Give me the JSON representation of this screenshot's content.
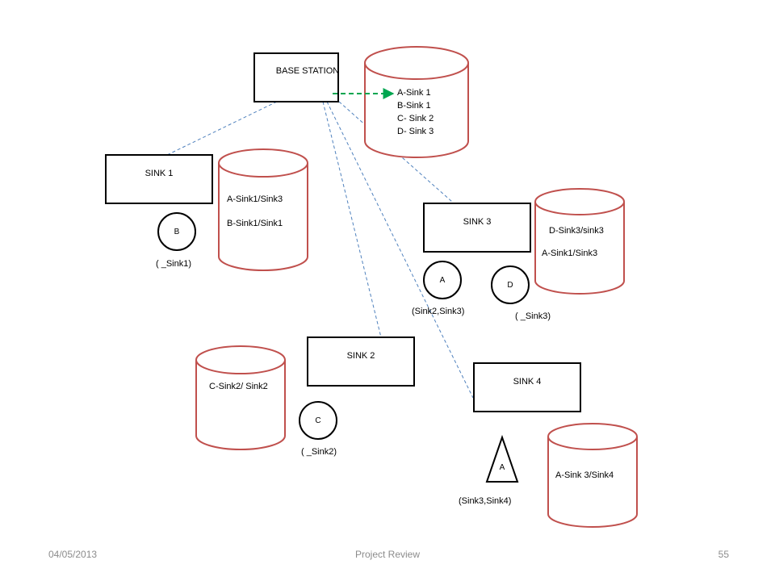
{
  "colors": {
    "box_stroke": "#000000",
    "db_stroke": "#c0504d",
    "link_stroke": "#4f81bd",
    "arrow": "#00a650",
    "footer_text": "#8c8c8c"
  },
  "diagram": {
    "base_station": {
      "label": "BASE STATION",
      "table": [
        "A-Sink 1",
        "B-Sink 1",
        "C- Sink 2",
        "D- Sink 3"
      ]
    },
    "sink1": {
      "label": "SINK 1",
      "table": [
        "A-Sink1/Sink3",
        "B-Sink1/Sink1"
      ],
      "node": {
        "label": "B",
        "caption": "( _Sink1)"
      }
    },
    "sink2": {
      "label": "SINK 2",
      "table": [
        "C-Sink2/ Sink2"
      ],
      "node": {
        "label": "C",
        "caption": "( _Sink2)"
      }
    },
    "sink3": {
      "label": "SINK 3",
      "table": [
        "D-Sink3/sink3",
        "A-Sink1/Sink3"
      ],
      "node_a": {
        "label": "A",
        "caption": "(Sink2,Sink3)"
      },
      "node_d": {
        "label": "D",
        "caption": "( _Sink3)"
      }
    },
    "sink4": {
      "label": "SINK 4",
      "table": [
        "A-Sink 3/Sink4"
      ],
      "node": {
        "label": "A",
        "caption": "(Sink3,Sink4)"
      }
    }
  },
  "footer": {
    "date": "04/05/2013",
    "title": "Project Review",
    "page": "55"
  }
}
